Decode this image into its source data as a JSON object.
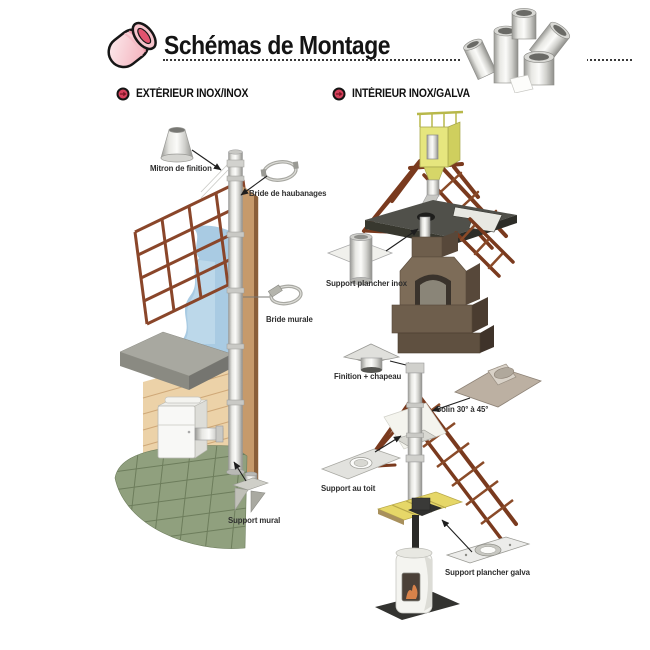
{
  "header": {
    "title": "Schémas de Montage"
  },
  "left_section": {
    "badge": "EXTÉRIEUR INOX/INOX",
    "labels": {
      "mitron": "Mitron de finition",
      "haubanage": "Bride de haubanages",
      "murale": "Bride murale",
      "support_mural": "Support mural"
    }
  },
  "right_section": {
    "badge": "INTÉRIEUR INOX/GALVA",
    "labels": {
      "plancher_inox": "Support plancher inox",
      "finition": "Finition + chapeau",
      "solin": "Solin 30° à 45°",
      "support_toit": "Support au toit",
      "plancher_galva": "Support plancher galva"
    }
  },
  "colors": {
    "accent_red": "#d5405b",
    "logo_pink": "#f6c3cb",
    "truss_brown": "#7a3a1e",
    "wall_tan": "#c69a6b",
    "insulation_yellow": "#e6d768",
    "stack_yellow": "#e6e67e",
    "floor_green": "#90a07e",
    "slab_grey": "#50504a"
  }
}
